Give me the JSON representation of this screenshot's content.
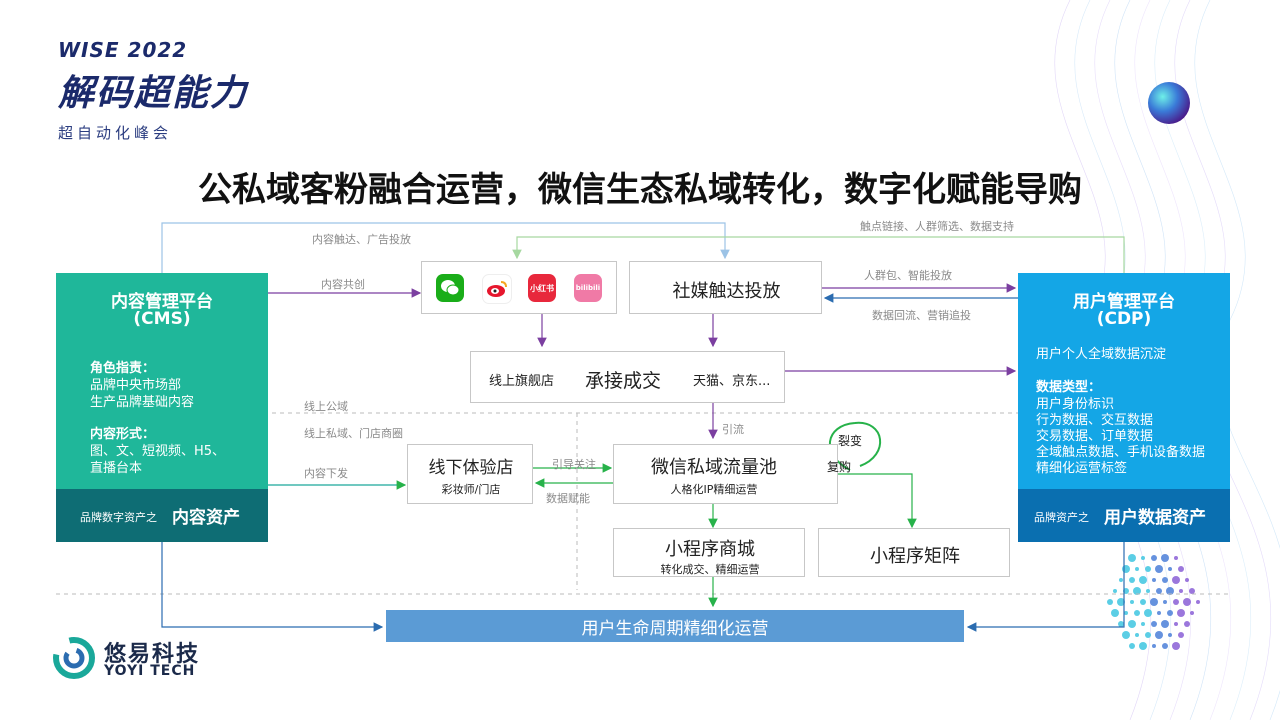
{
  "event": {
    "logo_line": "WISE 2022",
    "title": "解码超能力",
    "subtitle": "超自动化峰会"
  },
  "heading": "公私域客粉融合运营，微信生态私域转化，数字化赋能导购",
  "cms": {
    "title": "内容管理平台",
    "abbr": "(CMS)",
    "role_heading": "角色指责：",
    "role_lines": [
      "品牌中央市场部",
      "生产品牌基础内容"
    ],
    "form_heading": "内容形式：",
    "form_lines": [
      "图、文、短视频、H5、",
      "直播台本"
    ],
    "footer_prefix": "品牌数字资产之",
    "footer_main": "内容资产"
  },
  "cdp": {
    "title": "用户管理平台",
    "abbr": "(CDP)",
    "intro": "用户个人全域数据沉淀",
    "types_heading": "数据类型：",
    "types_lines": [
      "用户身份标识",
      "行为数据、交互数据",
      "交易数据、订单数据",
      "全域触点数据、手机设备数据",
      "精细化运营标签"
    ],
    "footer_prefix": "品牌资产之",
    "footer_main": "用户数据资产"
  },
  "social_icons": [
    {
      "name": "wechat",
      "label": "",
      "color": "#1aad19"
    },
    {
      "name": "weibo",
      "label": "",
      "color": "#f5a623"
    },
    {
      "name": "xiaohongshu",
      "label": "小红书",
      "color": "#e8283c"
    },
    {
      "name": "bilibili",
      "label": "bilibili",
      "color": "#f07aa6"
    }
  ],
  "nodes": {
    "social_ads": "社媒触达投放",
    "deal_left": "线上旗舰店",
    "deal_center": "承接成交",
    "deal_right": "天猫、京东...",
    "offline_title": "线下体验店",
    "offline_sub": "彩妆师/门店",
    "pool_title": "微信私域流量池",
    "pool_sub": "人格化IP精细运营",
    "mall_title": "小程序商城",
    "mall_sub": "转化成交、精细运营",
    "matrix_title": "小程序矩阵",
    "fission": "裂变",
    "repurchase": "复购",
    "bottom": "用户生命周期精细化运营"
  },
  "labels": {
    "content_reach": "内容触达、广告投放",
    "touch_link": "触点链接、人群筛选、数据支持",
    "content_cocreate": "内容共创",
    "crowd_pack": "人群包、智能投放",
    "data_return": "数据回流、营销追投",
    "online_public": "线上公域",
    "online_private": "线上私域、门店商圈",
    "content_down": "内容下发",
    "guide_follow": "引导关注",
    "data_enable": "数据赋能",
    "traffic": "引流"
  },
  "brand": {
    "cn": "悠易科技",
    "en": "YOYI TECH"
  },
  "colors": {
    "cms": "#1fb79a",
    "cdp": "#14a6e6",
    "purple_arrow": "#7b3fa0",
    "green_arrow": "#27b24a",
    "blue_arrow": "#2b6cb0",
    "bottom_bar": "#5b9bd5"
  }
}
